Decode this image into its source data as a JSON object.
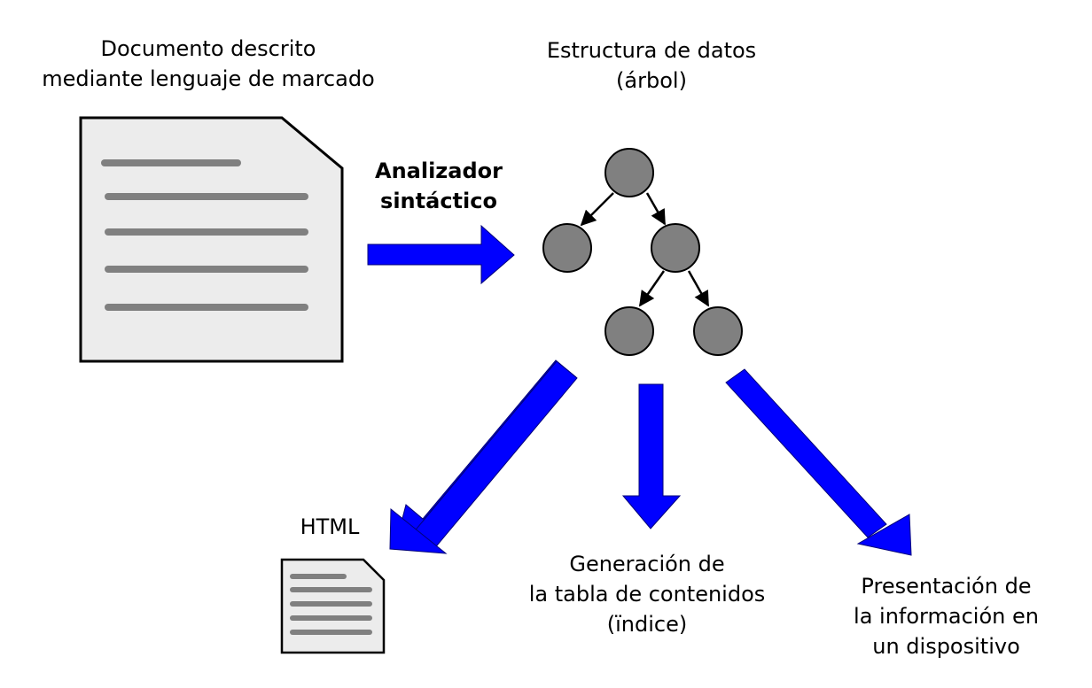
{
  "labels": {
    "source_document": [
      "Documento descrito",
      "mediante lenguaje de marcado"
    ],
    "data_structure": [
      "Estructura de datos",
      "(árbol)"
    ],
    "parser": [
      "Analizador",
      "sintáctico"
    ],
    "html_output": "HTML",
    "toc_output": [
      "Generación de",
      "la tabla de contenidos",
      "(ïndice)"
    ],
    "display_output": [
      "Presentación de",
      "la información en",
      "un dispositivo"
    ]
  },
  "colors": {
    "arrow_blue": "#0000ff",
    "node_gray": "#808080",
    "document_fill": "#ececec",
    "text_line_gray": "#808080"
  },
  "icons": {
    "source_document": "document-icon",
    "html_document": "document-icon",
    "tree_nodes": "circle"
  }
}
